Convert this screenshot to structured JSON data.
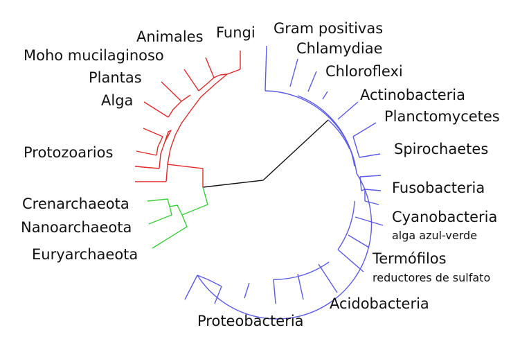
{
  "colors": {
    "eukarya": "#e02a2a",
    "archaea": "#3ccc3c",
    "bacteria": "#5a5ae6",
    "root": "#111111"
  },
  "labels": {
    "animales": "Animales",
    "fungi": "Fungi",
    "moho": "Moho mucilaginoso",
    "plantas": "Plantas",
    "alga": "Alga",
    "protozoarios": "Protozoarios",
    "crenarchaeota": "Crenarchaeota",
    "nanoarchaeota": "Nanoarchaeota",
    "euryarchaeota": "Euryarchaeota",
    "gram": "Gram positivas",
    "chlamydiae": "Chlamydiae",
    "chloroflexi": "Chloroflexi",
    "actinobacteria": "Actinobacteria",
    "planctomycetes": "Planctomycetes",
    "spirochaetes": "Spirochaetes",
    "fusobacteria": "Fusobacteria",
    "cyanobacteria": "Cyanobacteria",
    "cyanobacteria_sub": "alga azul-verde",
    "termofilos": "Termófilos",
    "termofilos_sub": "reductores de sulfato",
    "acidobacteria": "Acidobacteria",
    "proteobacteria": "Proteobacteria"
  }
}
